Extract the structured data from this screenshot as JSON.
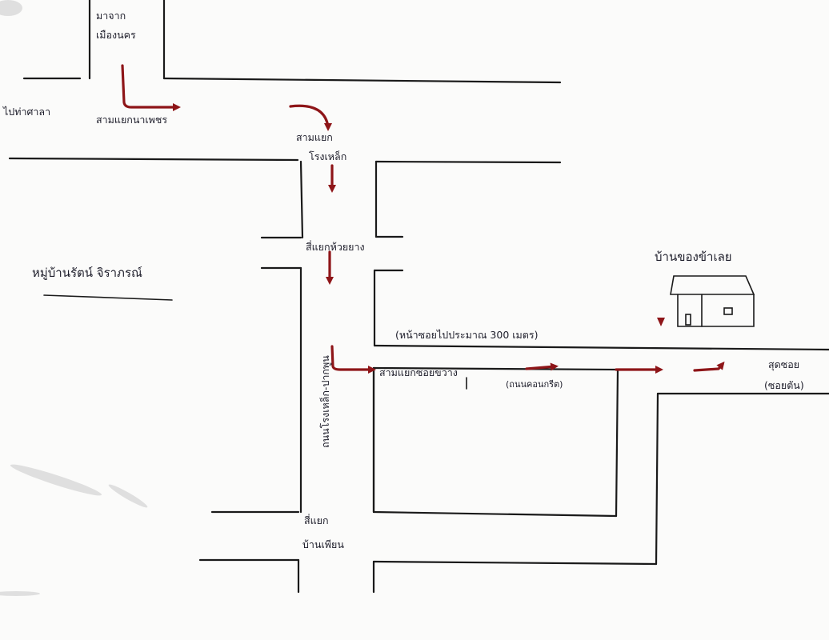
{
  "labels": {
    "from_mueang": "มาจาก\nเมืองนคร",
    "to_tha_sala": "ไปท่าศาลา",
    "junction_na_phet": "สามแยกนาเพชร",
    "junction_rongkhuet": "สามแยก\nโรงเหล็ก",
    "junction_huai_yang": "สี่แยกห้วยยาง",
    "road_main": "ถนนโรงเหล็ก-ปากพูน",
    "junction_soi_khwang": "สามแยกซอยขวาง",
    "junction_ban_mai": "สี่แยก\nบ้านเพียน",
    "village": "หมู่บ้านรัตน์ จิราภรณ์",
    "house_title": "บ้านของข้าเลย",
    "soi_distance": "(หน้าซอยไปประมาณ 300 เมตร)",
    "concrete_road": "(ถนนคอนกรีต)",
    "soi_end": "สุดซอย\n(ซอยตัน)"
  },
  "colors": {
    "ink": "#1a1a1a",
    "route": "#8e1518",
    "paper": "#fbfbfa"
  },
  "icons": {
    "route_arrow": "arrow-icon",
    "house": "house-icon",
    "location_marker": "marker-icon"
  }
}
